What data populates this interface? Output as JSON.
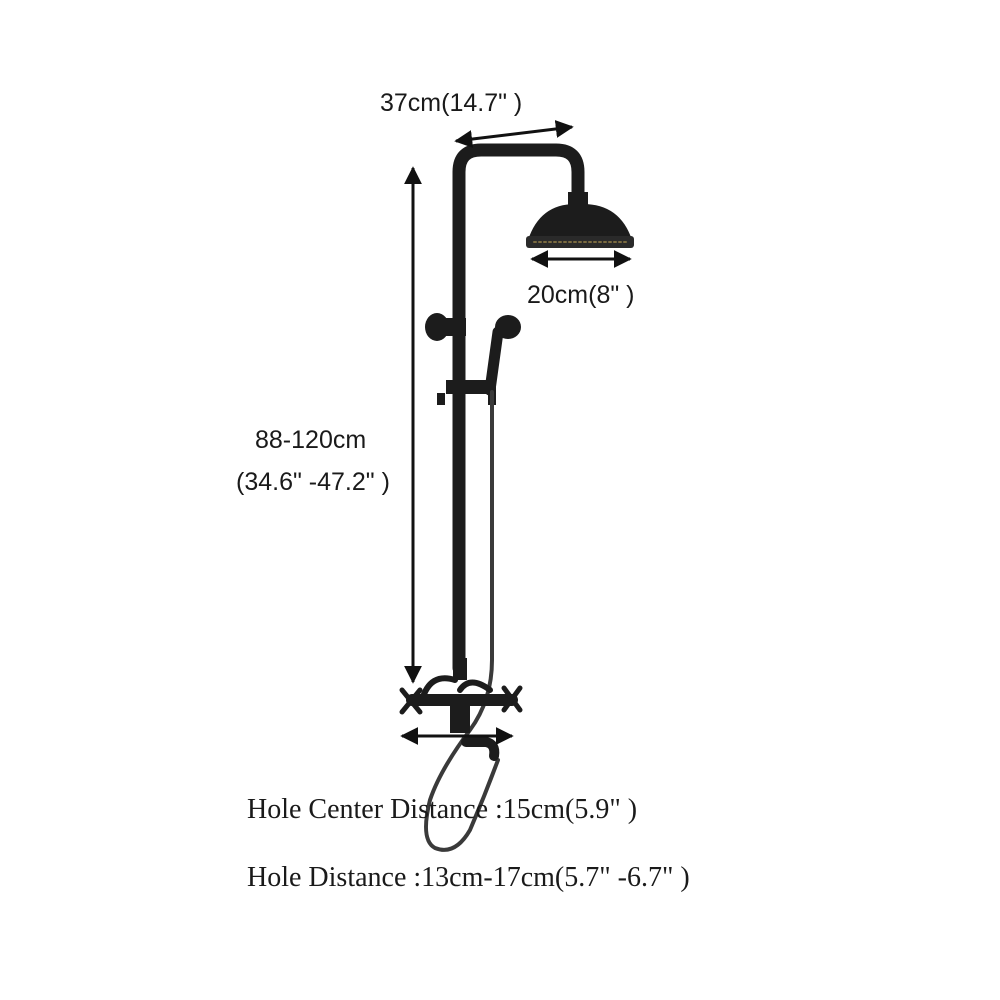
{
  "labels": {
    "overhead_width": "37cm(14.7\" )",
    "head_diameter": "20cm(8\" )",
    "height_cm": "88-120cm",
    "height_in": "(34.6\" -47.2\" )",
    "hole_center_distance": "Hole  Center  Distance :15cm(5.9\" )",
    "hole_distance": "Hole  Distance :13cm-17cm(5.7\" -6.7\" )"
  },
  "colors": {
    "fixture": "#1c1c1c",
    "arrow": "#111111",
    "text": "#1a1a1a",
    "background": "#ffffff"
  }
}
